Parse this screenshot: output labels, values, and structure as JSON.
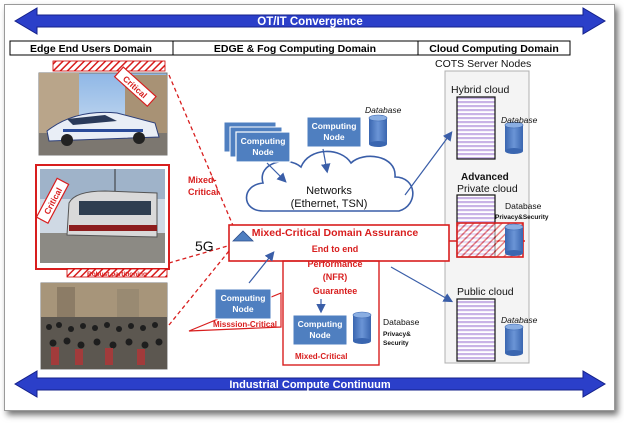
{
  "top_banner": "OT/IT Convergence",
  "bottom_banner": "Industrial Compute Continuum",
  "domains": [
    "Edge End Users Domain",
    "EDGE & Fog Computing Domain",
    "Cloud Computing Domain"
  ],
  "cots_label": "COTS Server Nodes",
  "photos": {
    "police_car": {
      "tag": "Critical"
    },
    "tram": {
      "tag": "Critical",
      "caption": "Robust partitioning"
    },
    "crowd": {}
  },
  "mixed_critical_side": [
    "Mixed-",
    "Critical"
  ],
  "five_g": "5G",
  "network": {
    "line1": "Networks",
    "line2": "(Ethernet, TSN)"
  },
  "computing_node": [
    "Computing",
    "Node"
  ],
  "database": "Database",
  "assurance": {
    "title": "Mixed-Critical Domain Assurance",
    "perf": [
      "End to end",
      "Performance",
      "(NFR)",
      "Guarantee"
    ],
    "mixed_critical": "Mixed-Critical",
    "mission_critical": "Misssion-Critical",
    "privacy": [
      "Privacy&",
      "Security"
    ]
  },
  "clouds": {
    "hybrid": "Hybrid cloud",
    "private_bold": "Advanced",
    "private": "Private cloud",
    "private_privacy": "Privacy&Security",
    "public": "Public cloud"
  },
  "colors": {
    "banner": "#2b3fc9",
    "node": "#4f7fc0",
    "critical": "#e01f1f",
    "server": "#c9b3e6"
  }
}
